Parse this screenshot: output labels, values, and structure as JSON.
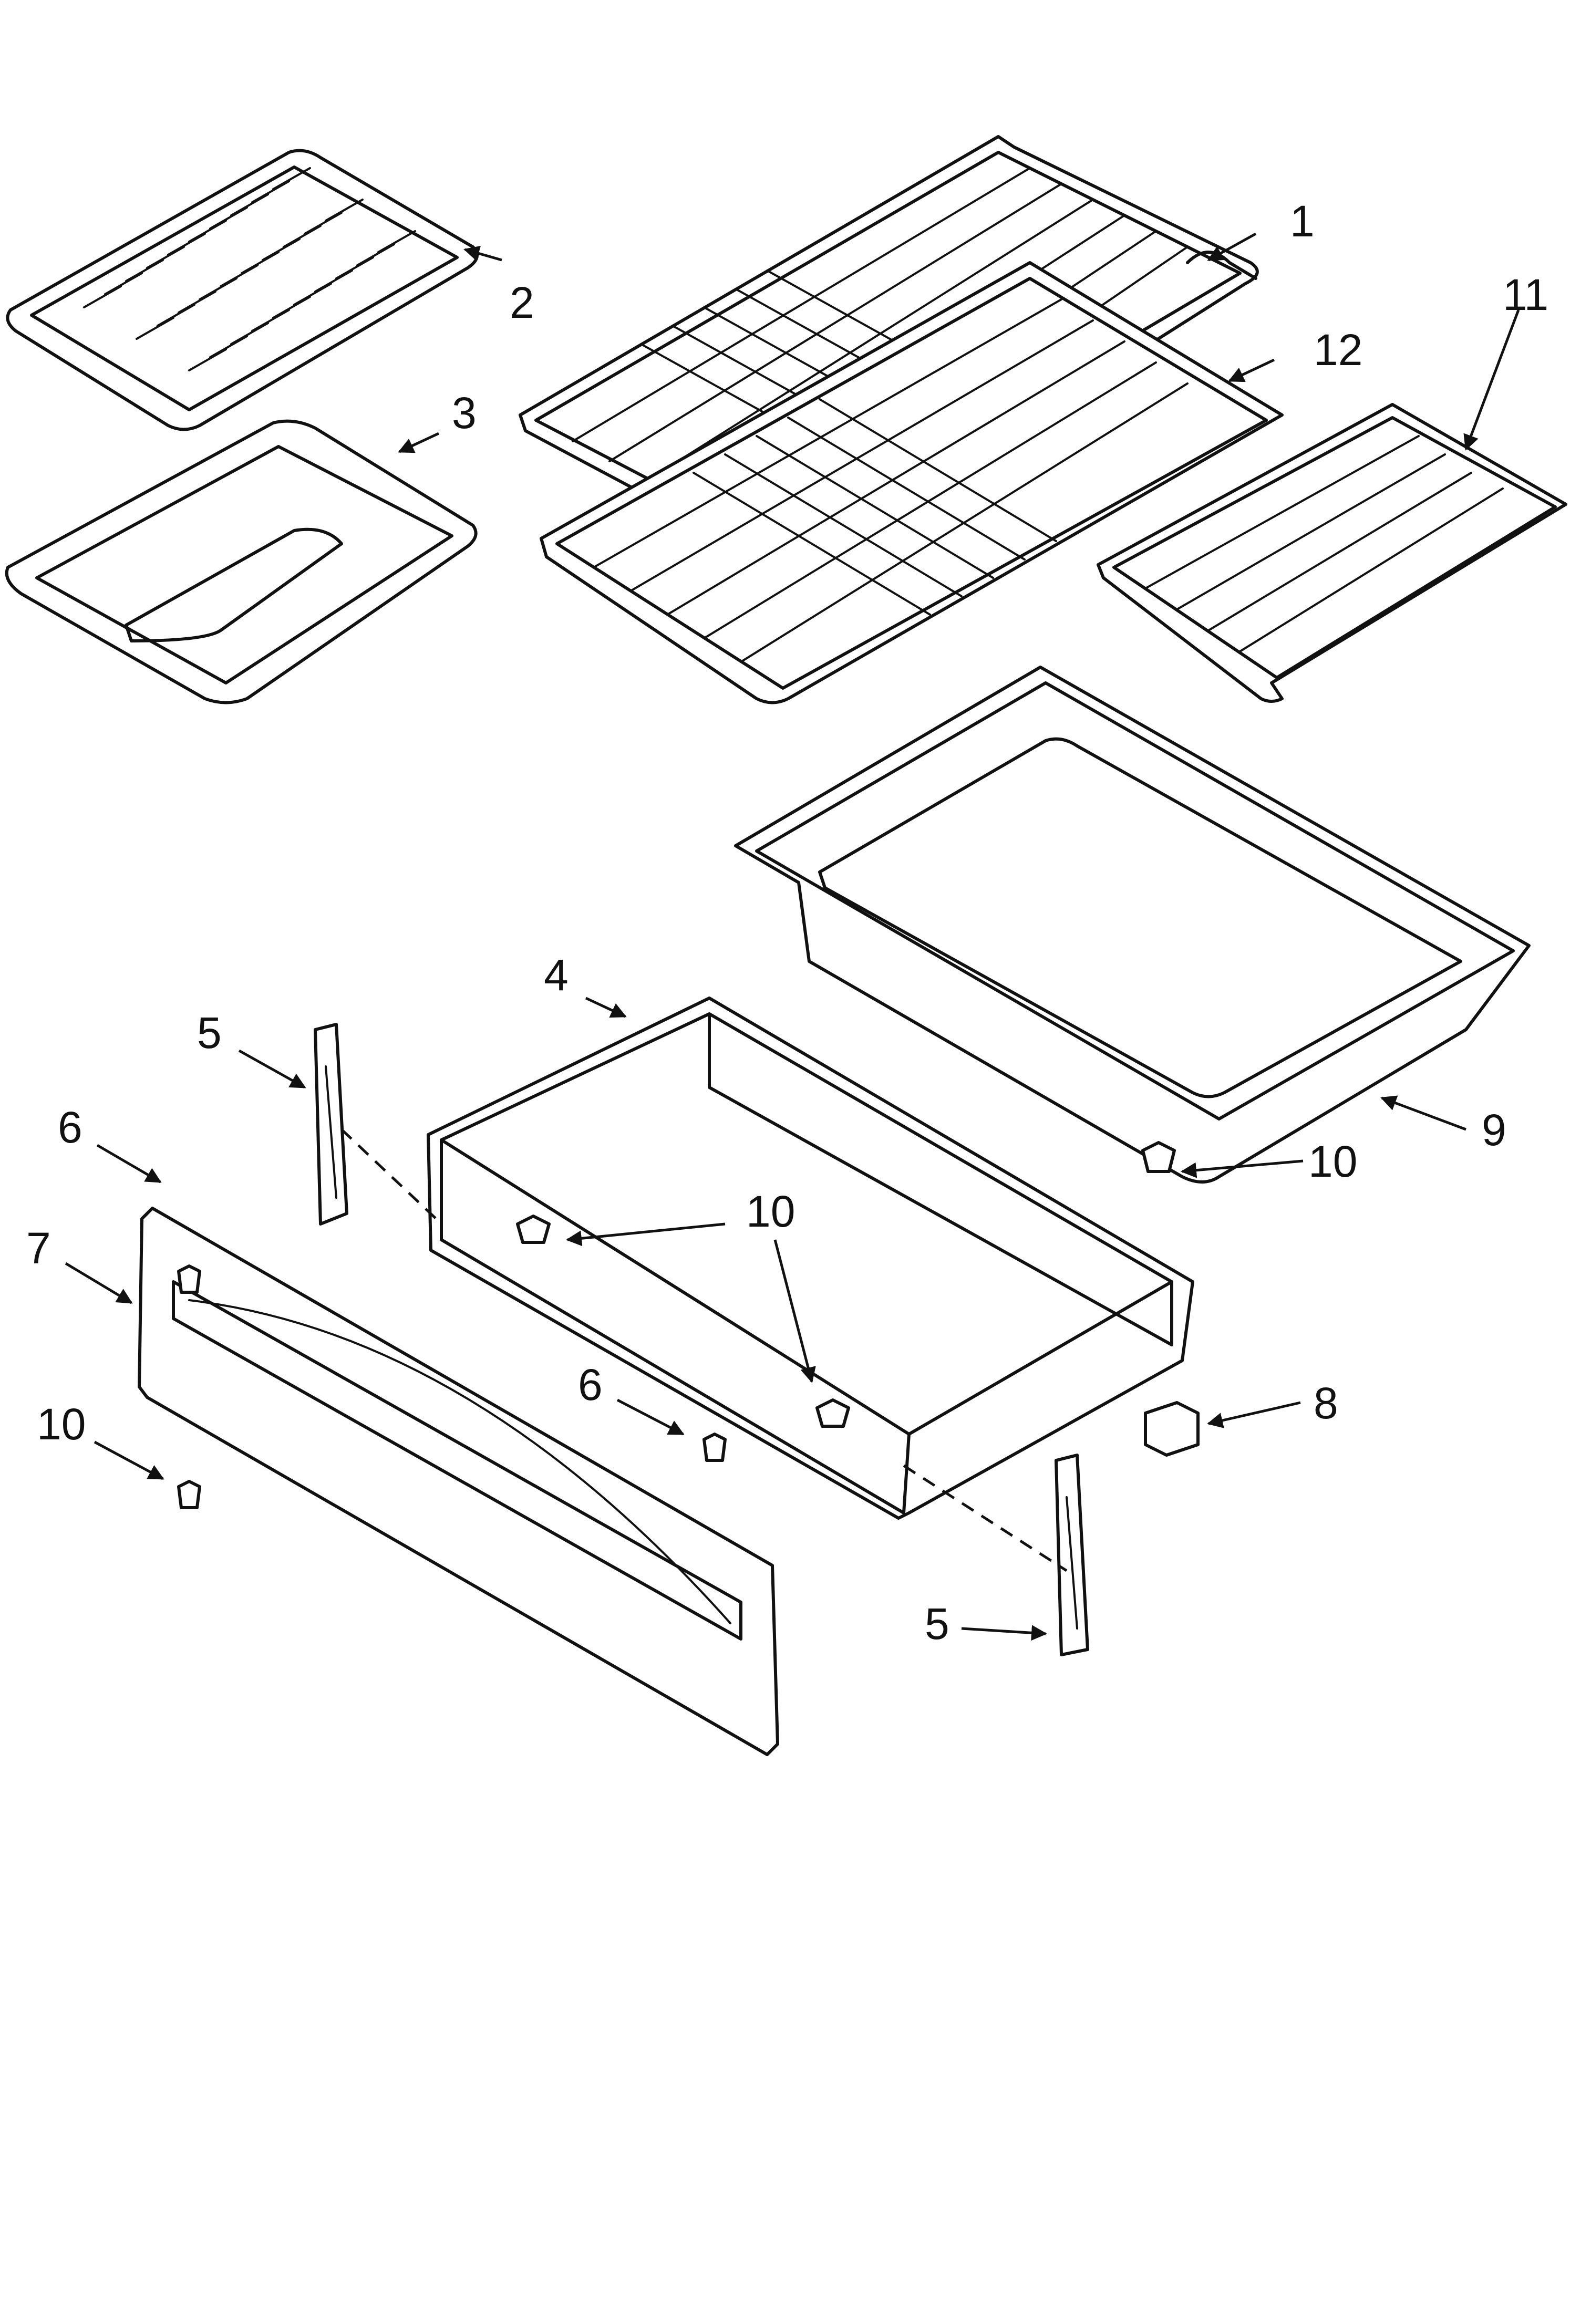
{
  "callouts": {
    "c1": "1",
    "c2": "2",
    "c3": "3",
    "c4": "4",
    "c5a": "5",
    "c5b": "5",
    "c6a": "6",
    "c6b": "6",
    "c7": "7",
    "c8": "8",
    "c9": "9",
    "c10a": "10",
    "c10b": "10",
    "c10c": "10",
    "c11": "11",
    "c12": "12"
  }
}
